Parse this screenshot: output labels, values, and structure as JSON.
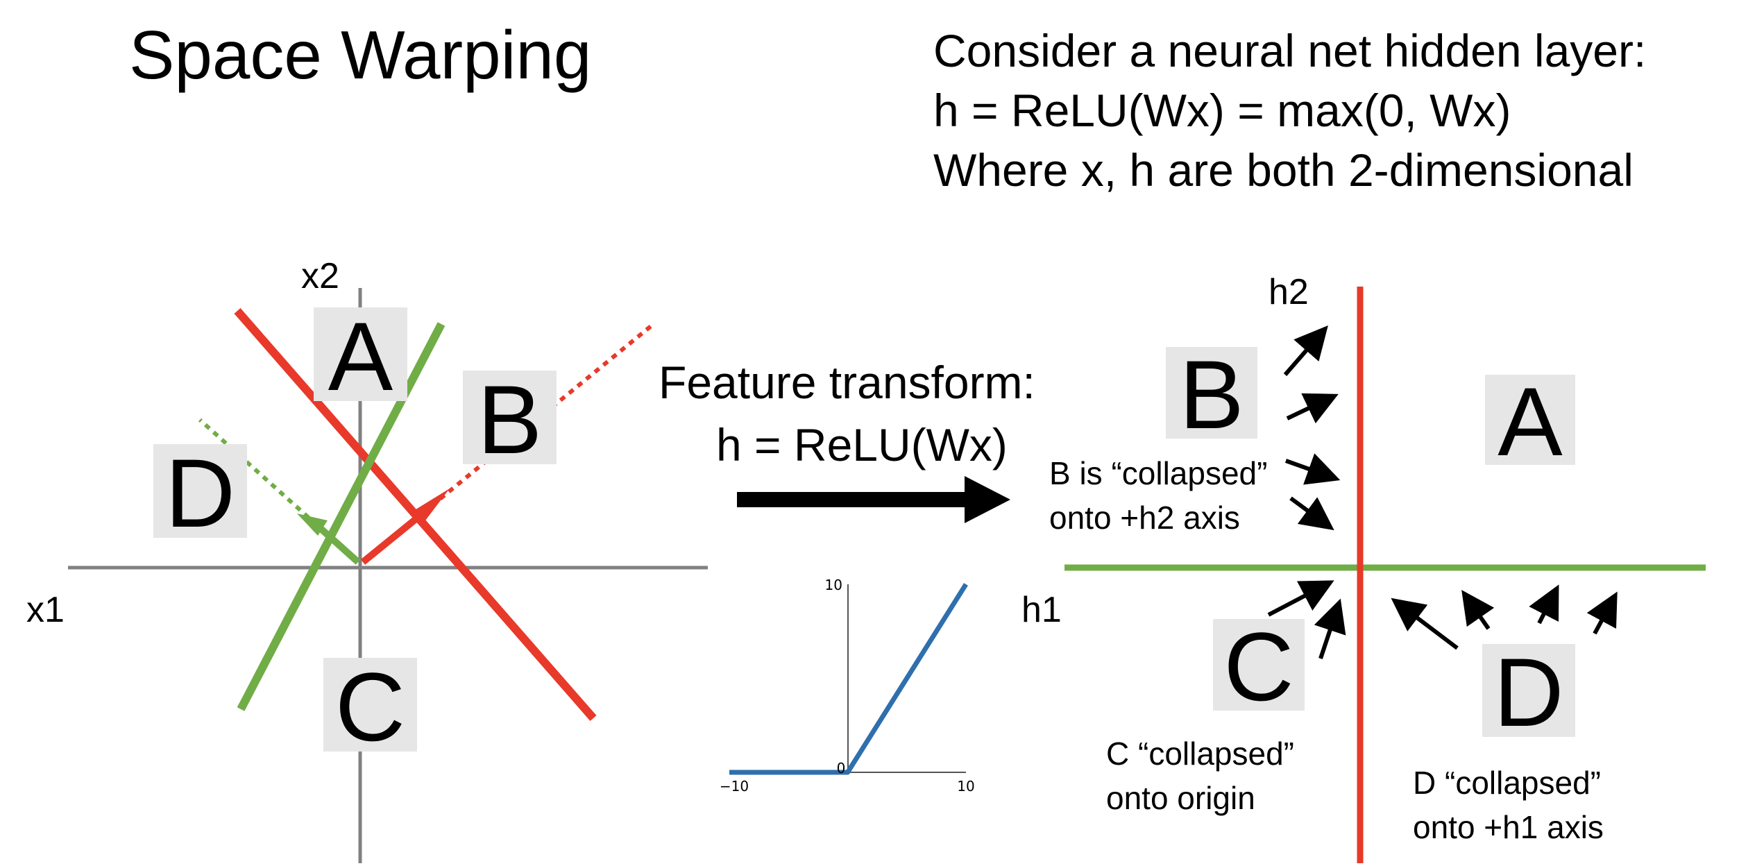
{
  "title": "Space Warping",
  "description": [
    "Consider a neural net hidden layer:",
    "h = ReLU(Wx) = max(0, Wx)",
    "Where x, h are both 2-dimensional"
  ],
  "transform": {
    "label_line1": "Feature transform:",
    "label_line2": "h = ReLU(Wx)"
  },
  "input_space": {
    "x_axis_label": "x1",
    "y_axis_label": "x2",
    "regions": [
      "A",
      "B",
      "C",
      "D"
    ]
  },
  "output_space": {
    "x_axis_label": "h1",
    "y_axis_label": "h2",
    "regions": [
      "A",
      "B",
      "C",
      "D"
    ],
    "notes": {
      "b_line1": "B is “collapsed”",
      "b_line2": "onto +h2 axis",
      "c_line1": "C “collapsed”",
      "c_line2": "onto origin",
      "d_line1": "D “collapsed”",
      "d_line2": "onto +h1 axis"
    }
  },
  "colors": {
    "red": "#e8392a",
    "green": "#70ad47",
    "axis_gray": "#808080",
    "relu_blue": "#2f6fad",
    "region_bg": "#e6e6e6"
  },
  "chart_data": {
    "type": "line",
    "x": [
      -10,
      0,
      10
    ],
    "y": [
      0,
      0,
      10
    ],
    "xlim": [
      -10,
      10
    ],
    "ylim": [
      0,
      10
    ],
    "xticks": [
      "−10",
      "0",
      "10"
    ],
    "yticks": [
      "10"
    ]
  }
}
